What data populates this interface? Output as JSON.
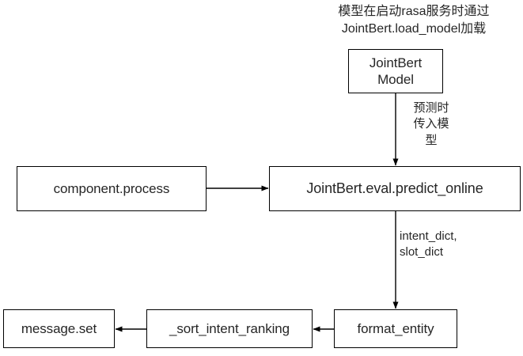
{
  "diagram": {
    "caption": "模型在启动rasa服务时通过\nJointBert.load_model加载",
    "nodes": {
      "jointbert_model": "JointBert\nModel",
      "component_process": "component.process",
      "predict_online": "JointBert.eval.predict_online",
      "format_entity": "format_entity",
      "sort_intent_ranking": "_sort_intent_ranking",
      "message_set": "message.set"
    },
    "edge_labels": {
      "predict_pass_model": "预测时\n传入模\n型",
      "dicts": "intent_dict,\nslot_dict"
    },
    "colors": {
      "stroke": "#000000",
      "text": "#262626",
      "background": "#ffffff"
    }
  }
}
